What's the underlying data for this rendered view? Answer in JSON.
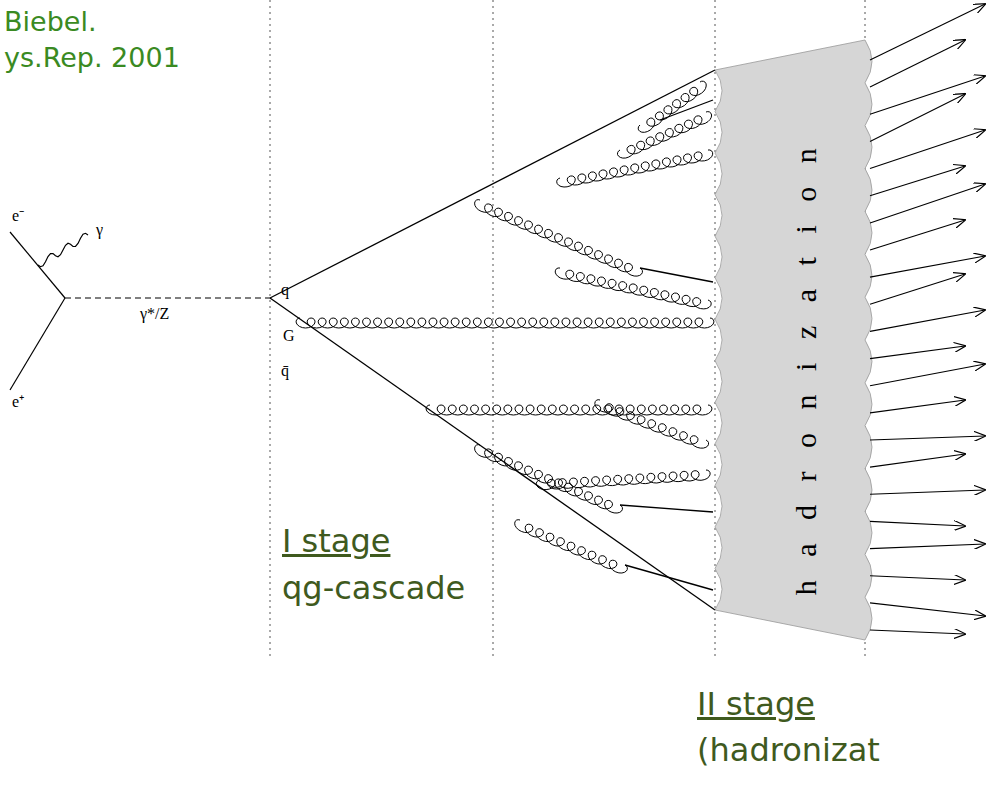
{
  "diagram": {
    "nodes": [
      {
        "text": [
          "hadronization"
        ]
      }
    ],
    "labels": [
      "Biebel.",
      "ys.Rep. 2001",
      "e⁻",
      "γ",
      "e⁺",
      "γ*/Z",
      "q",
      "G",
      "q̄",
      "I stage",
      "qg-cascade",
      "II stage",
      "(hadronizat"
    ]
  }
}
